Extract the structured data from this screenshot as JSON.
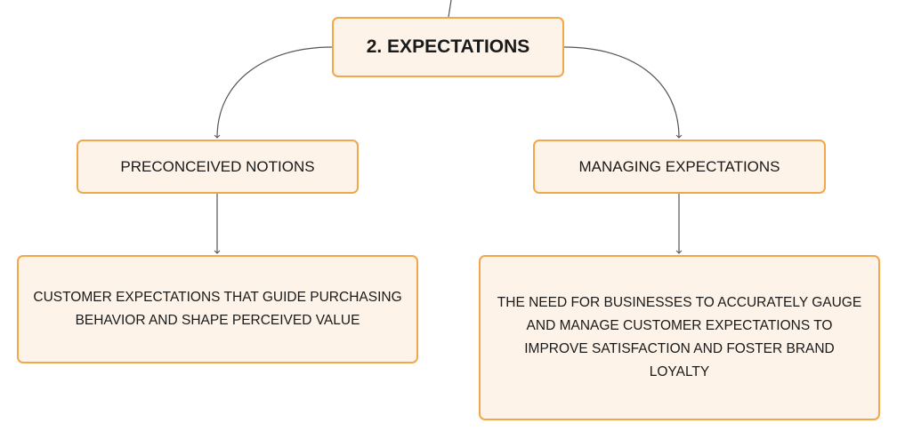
{
  "root": {
    "label": "2. EXPECTATIONS"
  },
  "branches": [
    {
      "label": "PRECONCEIVED NOTIONS",
      "detail": "CUSTOMER EXPECTATIONS THAT GUIDE PURCHASING BEHAVIOR AND SHAPE PERCEIVED VALUE"
    },
    {
      "label": "MANAGING EXPECTATIONS",
      "detail": "THE NEED FOR BUSINESSES TO ACCURATELY GAUGE AND MANAGE CUSTOMER EXPECTATIONS TO IMPROVE SATISFACTION AND FOSTER BRAND LOYALTY"
    }
  ],
  "colors": {
    "node_fill": "#fdf3e8",
    "node_border": "#f2a74b",
    "connector": "#555555"
  }
}
